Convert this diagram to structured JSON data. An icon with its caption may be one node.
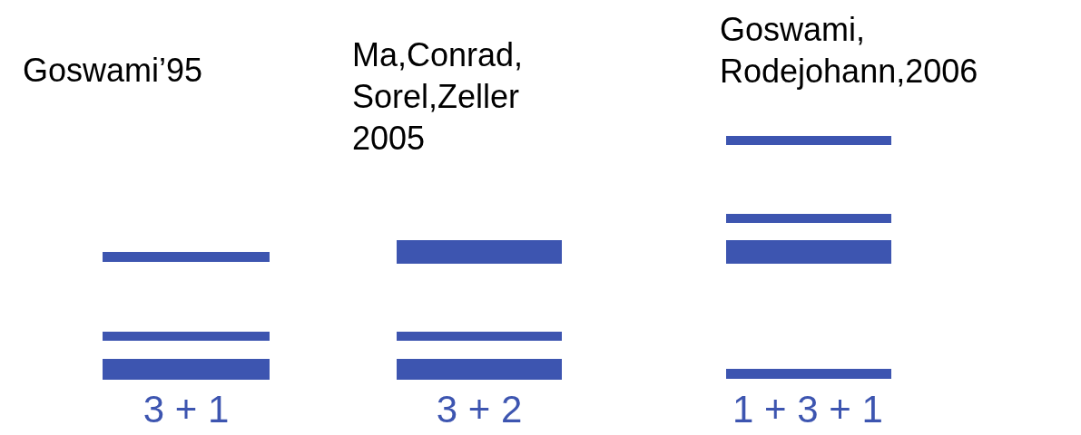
{
  "diagram": {
    "labels": [
      "Goswami’95",
      "Ma,Conrad, Sorel,Zeller 2005",
      "Goswami, Rodejohann,2006",
      "3 + 1",
      "3 + 2",
      "1 + 3 + 1"
    ]
  }
}
